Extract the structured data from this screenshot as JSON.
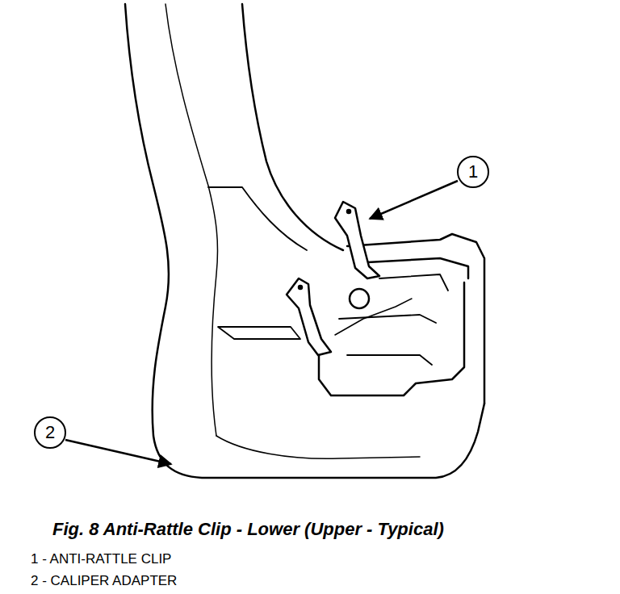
{
  "diagram": {
    "caption": "Fig. 8 Anti-Rattle Clip - Lower (Upper - Typical)",
    "nodes": [
      {
        "text": [
          "1"
        ]
      },
      {
        "text": [
          "2"
        ]
      }
    ],
    "labels": [
      "1 - ANTI-RATTLE CLIP",
      "2 - CALIPER ADAPTER"
    ]
  }
}
